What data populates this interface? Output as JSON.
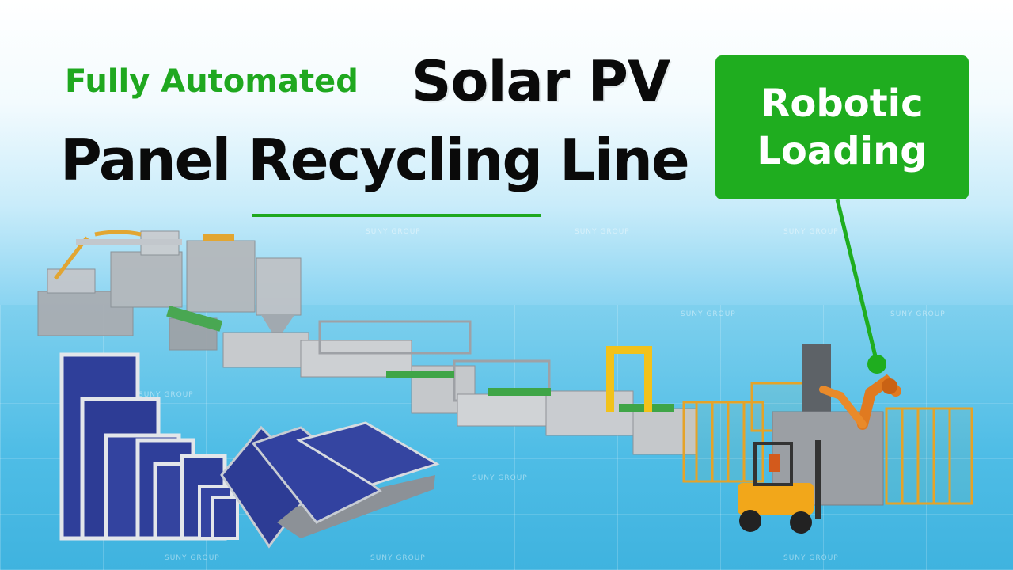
{
  "headline": {
    "subtitle": "Fully Automated",
    "title_line1": "Solar PV",
    "title_line2": "Panel Recycling Line"
  },
  "callout": {
    "line1": "Robotic",
    "line2": "Loading"
  },
  "watermark": "SUNY GROUP",
  "colors": {
    "accent_green": "#1fad1f",
    "title_black": "#0a0a0a",
    "sky_blue": "#5bc3e8",
    "panel_blue": "#2f3f9a",
    "machine_gray": "#b9bcc0",
    "fence_orange": "#e5a328",
    "gate_yellow": "#f2c21a"
  }
}
